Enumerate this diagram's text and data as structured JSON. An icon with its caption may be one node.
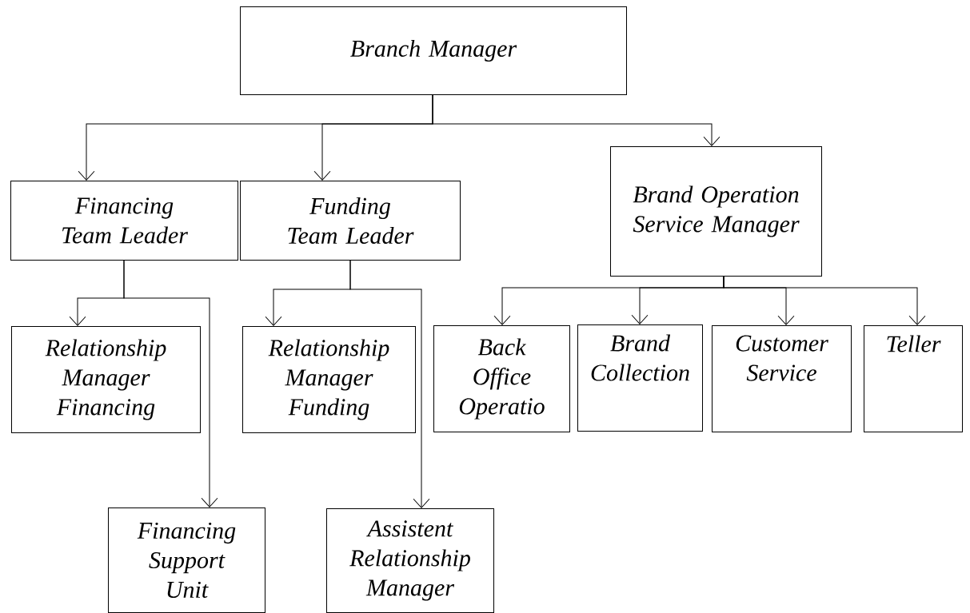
{
  "diagram": {
    "nodes": [
      {
        "text": [
          "Branch Manager"
        ]
      },
      {
        "text": [
          "Financing Team Leader"
        ]
      },
      {
        "text": [
          "Funding Team Leader"
        ]
      },
      {
        "text": [
          "Brand Operation Service Manager"
        ]
      },
      {
        "text": [
          "Relationship Manager Financing"
        ]
      },
      {
        "text": [
          "Financing Support Unit"
        ]
      },
      {
        "text": [
          "Relationship Manager Funding"
        ]
      },
      {
        "text": [
          "Assistent Relationship Manager"
        ]
      },
      {
        "text": [
          "Back Office Operatio"
        ]
      },
      {
        "text": [
          "Brand Collection"
        ]
      },
      {
        "text": [
          "Customer Service"
        ]
      },
      {
        "text": [
          "Teller"
        ]
      }
    ],
    "edges": [
      {
        "from": 0,
        "to": 1,
        "arrow": "to"
      },
      {
        "from": 0,
        "to": 2,
        "arrow": "to"
      },
      {
        "from": 0,
        "to": 3,
        "arrow": "to"
      },
      {
        "from": 1,
        "to": 4,
        "arrow": "to"
      },
      {
        "from": 1,
        "to": 5,
        "arrow": "to"
      },
      {
        "from": 2,
        "to": 6,
        "arrow": "to"
      },
      {
        "from": 2,
        "to": 7,
        "arrow": "to"
      },
      {
        "from": 3,
        "to": 8,
        "arrow": "to"
      },
      {
        "from": 3,
        "to": 9,
        "arrow": "to"
      },
      {
        "from": 3,
        "to": 10,
        "arrow": "to"
      },
      {
        "from": 3,
        "to": 11,
        "arrow": "to"
      }
    ]
  }
}
